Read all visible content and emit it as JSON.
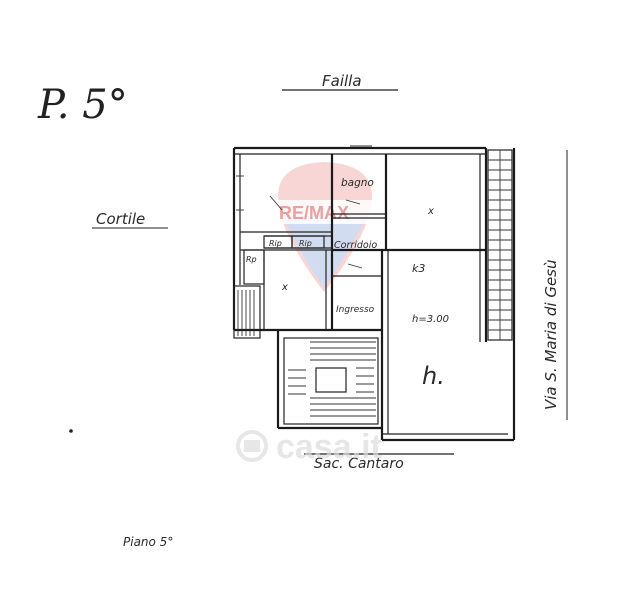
{
  "sheet": {
    "page_mark": "P. 5°",
    "floor_label": "Piano 5°"
  },
  "streets": {
    "north": "Failla",
    "south": "Sac. Cantaro",
    "east": "Via S. Maria di Gesù"
  },
  "surroundings": {
    "west": "Cortile"
  },
  "rooms": {
    "bagno": "bagno",
    "corridoio": "Corridoio",
    "ingresso": "Ingresso",
    "rip1": "Rip",
    "rip2": "Rip",
    "rip3": "Rp",
    "kitchen": "k3",
    "height_note": "h=3.00",
    "h_mark": "h.",
    "x_mark_1": "x",
    "x_mark_2": "x"
  },
  "watermarks": {
    "brand": "RE/MAX",
    "portal": "casa.it"
  },
  "colors": {
    "ink": "#1a1a1a",
    "watermark_red": "#e35a5a",
    "watermark_blue": "#3a62b8",
    "watermark_grey": "#d8d8d8"
  }
}
